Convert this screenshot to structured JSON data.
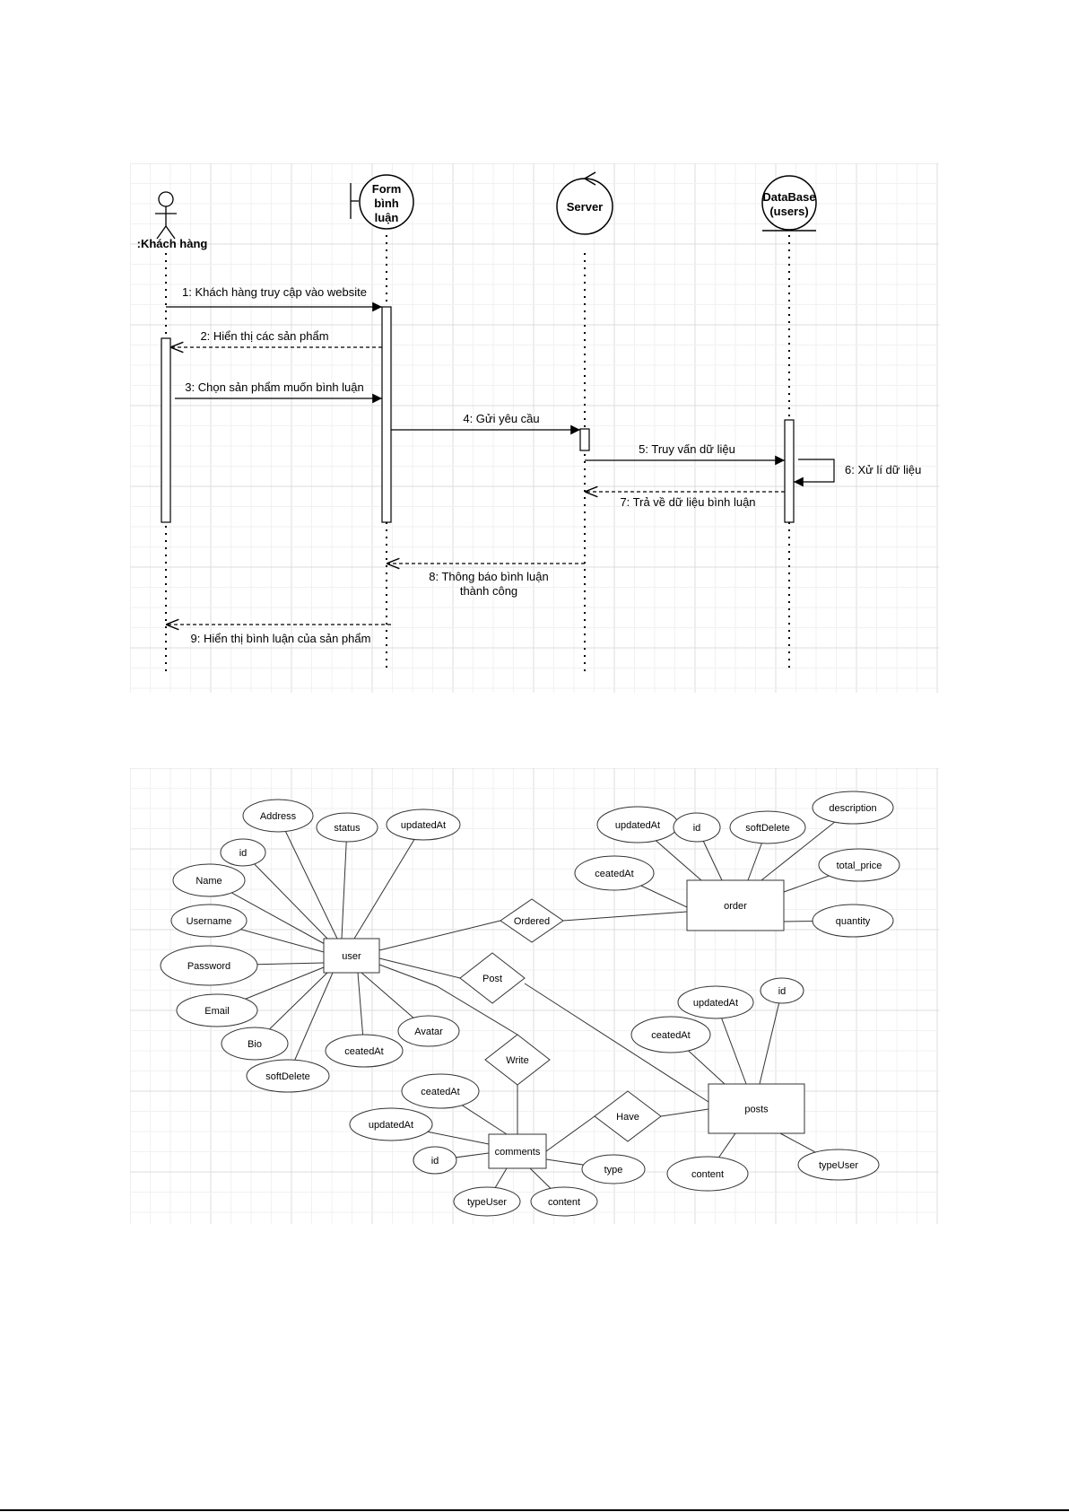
{
  "sequence": {
    "lifelines": [
      {
        "id": "customer",
        "kind": "actor",
        "label": ":Khách hàng"
      },
      {
        "id": "form",
        "kind": "boundary",
        "label_lines": [
          "Form",
          "bình",
          "luận"
        ]
      },
      {
        "id": "server",
        "kind": "control",
        "label": "Server"
      },
      {
        "id": "db",
        "kind": "entity",
        "label_lines": [
          "DataBase",
          "(users)"
        ]
      }
    ],
    "messages": [
      {
        "n": "1",
        "text": "1: Khách hàng truy cập vào website",
        "from": "customer",
        "to": "form",
        "style": "sync"
      },
      {
        "n": "2",
        "text": "2: Hiển thị các sản phẩm",
        "from": "form",
        "to": "customer",
        "style": "return"
      },
      {
        "n": "3",
        "text": "3: Chọn sản phẩm muốn bình luận",
        "from": "customer",
        "to": "form",
        "style": "sync"
      },
      {
        "n": "4",
        "text": "4: Gửi yêu cầu",
        "from": "form",
        "to": "server",
        "style": "sync"
      },
      {
        "n": "5",
        "text": "5: Truy vấn dữ liệu",
        "from": "server",
        "to": "db",
        "style": "sync"
      },
      {
        "n": "6",
        "text": "6: Xử lí dữ liệu",
        "from": "db",
        "to": "db",
        "style": "self"
      },
      {
        "n": "7",
        "text": "7: Trả về dữ liệu bình luận",
        "from": "db",
        "to": "server",
        "style": "return"
      },
      {
        "n": "8",
        "text_lines": [
          "8: Thông báo bình luận",
          "thành công"
        ],
        "from": "server",
        "to": "form",
        "style": "return"
      },
      {
        "n": "9",
        "text": "9: Hiển thị bình luận của sản phẩm",
        "from": "form",
        "to": "customer",
        "style": "return"
      }
    ]
  },
  "erd": {
    "entities": [
      {
        "id": "user",
        "label": "user"
      },
      {
        "id": "order",
        "label": "order"
      },
      {
        "id": "posts",
        "label": "posts"
      },
      {
        "id": "comments",
        "label": "comments"
      }
    ],
    "relationships": [
      {
        "id": "ordered",
        "label": "Ordered"
      },
      {
        "id": "post",
        "label": "Post"
      },
      {
        "id": "write",
        "label": "Write"
      },
      {
        "id": "have",
        "label": "Have"
      }
    ],
    "attributes": [
      {
        "id": "u_address",
        "entity": "user",
        "label": "Address"
      },
      {
        "id": "u_status",
        "entity": "user",
        "label": "status"
      },
      {
        "id": "u_updatedAt",
        "entity": "user",
        "label": "updatedAt"
      },
      {
        "id": "u_id",
        "entity": "user",
        "label": "id"
      },
      {
        "id": "u_name",
        "entity": "user",
        "label": "Name"
      },
      {
        "id": "u_username",
        "entity": "user",
        "label": "Username"
      },
      {
        "id": "u_password",
        "entity": "user",
        "label": "Password"
      },
      {
        "id": "u_email",
        "entity": "user",
        "label": "Email"
      },
      {
        "id": "u_bio",
        "entity": "user",
        "label": "Bio"
      },
      {
        "id": "u_softDelete",
        "entity": "user",
        "label": "softDelete"
      },
      {
        "id": "u_ceatedAt",
        "entity": "user",
        "label": "ceatedAt"
      },
      {
        "id": "u_avatar",
        "entity": "user",
        "label": "Avatar"
      },
      {
        "id": "o_updatedAt",
        "entity": "order",
        "label": "updatedAt"
      },
      {
        "id": "o_id",
        "entity": "order",
        "label": "id"
      },
      {
        "id": "o_softDelete",
        "entity": "order",
        "label": "softDelete"
      },
      {
        "id": "o_description",
        "entity": "order",
        "label": "description"
      },
      {
        "id": "o_ceatedAt",
        "entity": "order",
        "label": "ceatedAt"
      },
      {
        "id": "o_total_price",
        "entity": "order",
        "label": "total_price"
      },
      {
        "id": "o_quantity",
        "entity": "order",
        "label": "quantity"
      },
      {
        "id": "p_updatedAt",
        "entity": "posts",
        "label": "updatedAt"
      },
      {
        "id": "p_id",
        "entity": "posts",
        "label": "id"
      },
      {
        "id": "p_ceatedAt",
        "entity": "posts",
        "label": "ceatedAt"
      },
      {
        "id": "p_content",
        "entity": "posts",
        "label": "content"
      },
      {
        "id": "p_typeUser",
        "entity": "posts",
        "label": "typeUser"
      },
      {
        "id": "c_ceatedAt",
        "entity": "comments",
        "label": "ceatedAt"
      },
      {
        "id": "c_updatedAt",
        "entity": "comments",
        "label": "updatedAt"
      },
      {
        "id": "c_id",
        "entity": "comments",
        "label": "id"
      },
      {
        "id": "c_typeUser",
        "entity": "comments",
        "label": "typeUser"
      },
      {
        "id": "c_content",
        "entity": "comments",
        "label": "content"
      },
      {
        "id": "c_type",
        "entity": "comments",
        "label": "type"
      }
    ],
    "links": [
      [
        "user",
        "ordered"
      ],
      [
        "ordered",
        "order"
      ],
      [
        "user",
        "post"
      ],
      [
        "post",
        "posts"
      ],
      [
        "user",
        "write"
      ],
      [
        "write",
        "comments"
      ],
      [
        "comments",
        "have"
      ],
      [
        "have",
        "posts"
      ]
    ]
  }
}
